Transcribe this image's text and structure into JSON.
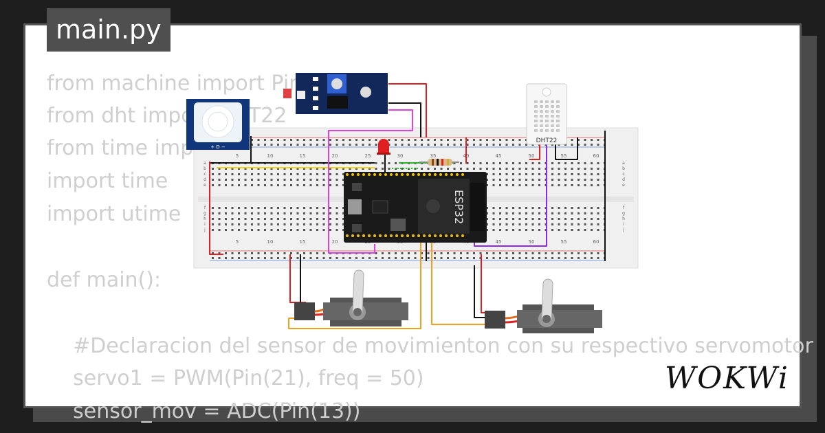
{
  "file_tab": {
    "title": "main.py"
  },
  "code_lines": [
    "from machine import Pin, ADC",
    "from dht import DHT22",
    "from time import sleep",
    "import time",
    "import utime",
    "",
    "def main():",
    "",
    "    #Declaracion del sensor de movimienton con su respectivo servomotor",
    "    servo1 = PWM(Pin(21), freq = 50)",
    "    sensor_mov = ADC(Pin(13))"
  ],
  "breadboard": {
    "top_numbers": [
      "5",
      "10",
      "15",
      "20",
      "25",
      "30",
      "35",
      "40",
      "45",
      "50",
      "55",
      "60"
    ],
    "bottom_numbers": [
      "5",
      "10",
      "15",
      "20",
      "25",
      "30",
      "35",
      "40",
      "45",
      "50",
      "55",
      "60"
    ],
    "row_letters_top": [
      "a",
      "b",
      "c",
      "d",
      "e"
    ],
    "row_letters_bottom": [
      "f",
      "g",
      "h",
      "i",
      "j"
    ]
  },
  "esp32": {
    "label": "ESP32"
  },
  "dht22": {
    "label": "DHT22"
  },
  "brand": {
    "logo": "WOKWi"
  },
  "colors": {
    "wire_red": "#e02020",
    "wire_black": "#111111",
    "wire_magenta": "#e040e0",
    "wire_orange": "#f0a020",
    "wire_purple": "#8a2be2",
    "wire_green": "#2db52d",
    "wire_yellow": "#f2d21b",
    "board_dark": "#1a1a1a",
    "pcb_blue": "#12285a"
  }
}
